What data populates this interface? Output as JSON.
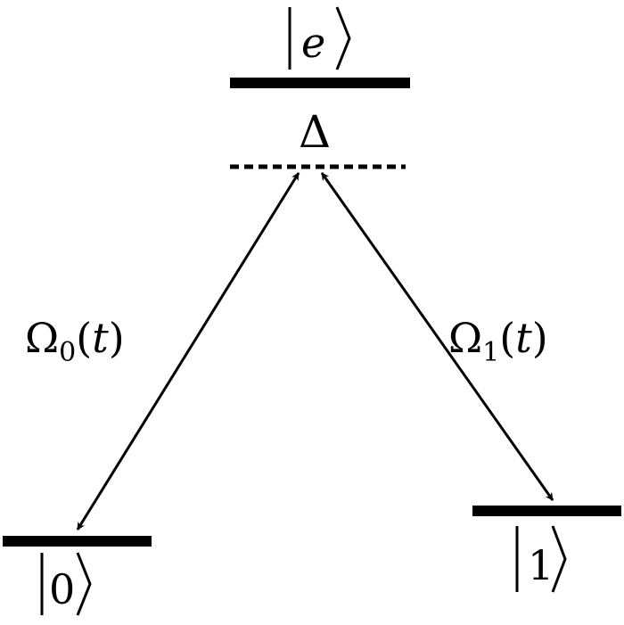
{
  "levels": {
    "excited": {
      "symbol": "e"
    },
    "ground0": {
      "symbol": "0"
    },
    "ground1": {
      "symbol": "1"
    }
  },
  "detuning": {
    "symbol": "Δ"
  },
  "couplings": {
    "omega0": {
      "symbol": "Ω",
      "subscript": "0",
      "arg": "t"
    },
    "omega1": {
      "symbol": "Ω",
      "subscript": "1",
      "arg": "t"
    }
  },
  "colors": {
    "ink": "#000000",
    "background": "#ffffff"
  }
}
